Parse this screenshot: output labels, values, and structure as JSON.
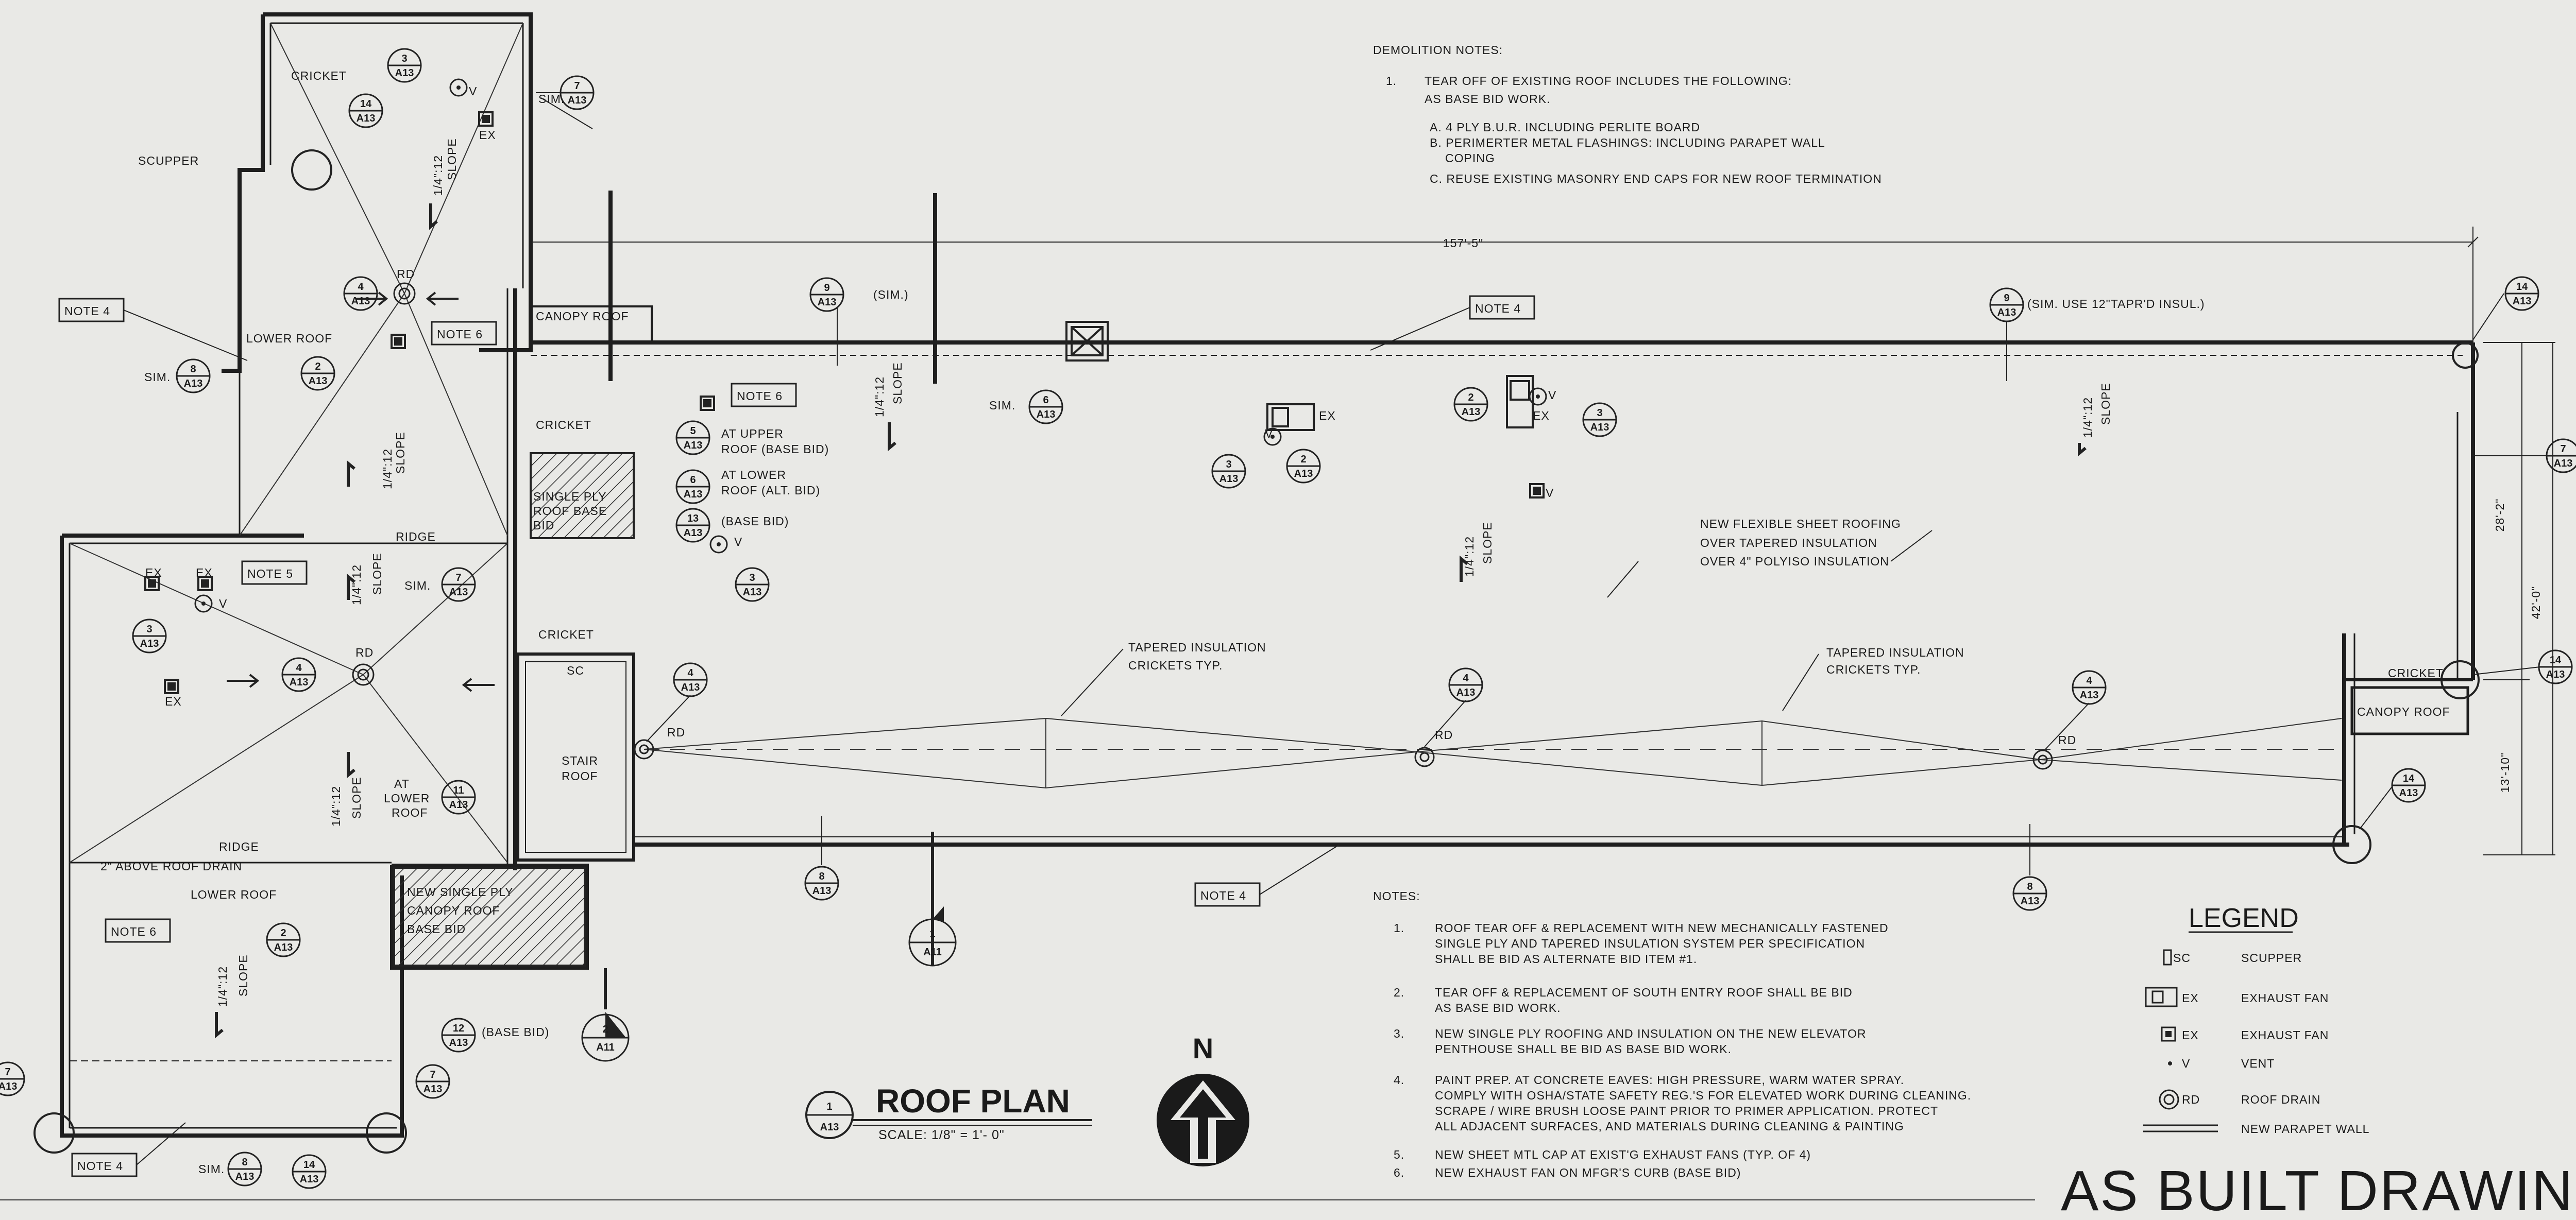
{
  "demolition": {
    "heading": "DEMOLITION NOTES:",
    "item1_num": "1.",
    "item1_line1": "TEAR OFF OF EXISTING ROOF INCLUDES THE FOLLOWING:",
    "item1_line2": "AS BASE BID WORK.",
    "a_line1": "A. 4 PLY B.U.R. INCLUDING PERLITE BOARD",
    "b_line1": "B. PERIMERTER METAL FLASHINGS: INCLUDING PARAPET WALL",
    "b_line2": "COPING",
    "c_line1": "C. REUSE EXISTING MASONRY END CAPS FOR NEW ROOF TERMINATION"
  },
  "notes": {
    "heading": "NOTES:",
    "n1_num": "1.",
    "n1_l1": "ROOF TEAR OFF & REPLACEMENT WITH NEW MECHANICALLY FASTENED",
    "n1_l2": "SINGLE PLY AND TAPERED INSULATION SYSTEM PER SPECIFICATION",
    "n1_l3": "SHALL BE BID AS ALTERNATE BID ITEM #1.",
    "n2_num": "2.",
    "n2_l1": "TEAR OFF & REPLACEMENT OF SOUTH ENTRY ROOF SHALL BE BID",
    "n2_l2": "AS BASE BID WORK.",
    "n3_num": "3.",
    "n3_l1": "NEW SINGLE PLY ROOFING AND INSULATION ON THE NEW ELEVATOR",
    "n3_l2": "PENTHOUSE SHALL BE BID AS BASE BID WORK.",
    "n4_num": "4.",
    "n4_l1": "PAINT PREP. AT CONCRETE EAVES:  HIGH PRESSURE, WARM WATER SPRAY.",
    "n4_l2": "COMPLY WITH OSHA/STATE SAFETY REG.'S FOR ELEVATED WORK DURING CLEANING.",
    "n4_l3": "SCRAPE / WIRE BRUSH LOOSE PAINT PRIOR TO PRIMER APPLICATION. PROTECT",
    "n4_l4": "ALL ADJACENT SURFACES, AND MATERIALS DURING CLEANING & PAINTING",
    "n5_num": "5.",
    "n5_l1": "NEW SHEET MTL CAP AT EXIST'G EXHAUST FANS (TYP. OF 4)",
    "n6_num": "6.",
    "n6_l1": "NEW EXHAUST FAN ON MFGR'S CURB (BASE BID)"
  },
  "legend": {
    "title": "LEGEND",
    "rows": [
      {
        "code": "SC",
        "label": "SCUPPER"
      },
      {
        "code": "EX",
        "label": "EXHAUST FAN"
      },
      {
        "code": "EX",
        "label": "EXHAUST FAN"
      },
      {
        "code": "V",
        "label": "VENT"
      },
      {
        "code": "RD",
        "label": "ROOF DRAIN"
      },
      {
        "code": "",
        "label": "NEW PARAPET WALL"
      }
    ]
  },
  "title_block": {
    "title": "ROOF PLAN",
    "scale": "SCALE: 1/8\" = 1'- 0\"",
    "bubble_num": "1",
    "bubble_sheet": "A13",
    "north": "N",
    "as_built": "AS BUILT DRAWING"
  },
  "labels": {
    "cricket": "CRICKET",
    "scupper": "SCUPPER",
    "lower_roof": "LOWER ROOF",
    "ridge": "RIDGE",
    "ridge_note": "2\" ABOVE ROOF DRAIN",
    "canopy_roof": "CANOPY ROOF",
    "single_ply_1": "SINGLE PLY",
    "single_ply_2": "ROOF BASE",
    "single_ply_3": "BID",
    "stair_roof_1": "STAIR",
    "stair_roof_2": "ROOF",
    "new_single_1": "NEW SINGLE PLY",
    "new_single_2": "CANOPY ROOF",
    "new_single_3": "BASE BID",
    "at_lower_1": "AT",
    "at_lower_2": "LOWER",
    "at_lower_3": "ROOF",
    "upper_1": "AT UPPER",
    "upper_2": "ROOF (BASE BID)",
    "lower_1": "AT LOWER",
    "lower_2": "ROOF (ALT. BID)",
    "base_bid": "(BASE BID)",
    "sim": "SIM.",
    "sim_paren": "(SIM.)",
    "sim_tapr": "(SIM. USE 12\"TAPR'D INSUL.)",
    "rd": "RD",
    "ex": "EX",
    "v": "V",
    "sc": "SC",
    "slope": "SLOPE",
    "slope_val": "1/4\":12",
    "flex_1": "NEW FLEXIBLE SHEET ROOFING",
    "flex_2": "OVER TAPERED INSULATION",
    "flex_3": "OVER 4\" POLYISO INSULATION",
    "tap_1": "TAPERED INSULATION",
    "tap_2": "CRICKETS TYP.",
    "dim_len": "157'-5\"",
    "dim_a": "28'-2\"",
    "dim_b": "42'-0\"",
    "dim_c": "13'-10\""
  },
  "note_tags": {
    "note4": "NOTE 4",
    "note5": "NOTE 5",
    "note6": "NOTE 6"
  },
  "bubbles": {
    "b1": {
      "n": "1",
      "s": "A11"
    },
    "b2": {
      "n": "2",
      "s": "A13"
    },
    "b2b": {
      "n": "2",
      "s": "A11"
    },
    "b3": {
      "n": "3",
      "s": "A13"
    },
    "b4": {
      "n": "4",
      "s": "A13"
    },
    "b6": {
      "n": "6",
      "s": "A13"
    },
    "b7": {
      "n": "7",
      "s": "A13"
    },
    "b8": {
      "n": "8",
      "s": "A13"
    },
    "b9": {
      "n": "9",
      "s": "A13"
    },
    "b5": {
      "n": "5",
      "s": "A13"
    },
    "b11": {
      "n": "11",
      "s": "A13"
    },
    "b12": {
      "n": "12",
      "s": "A13"
    },
    "b13": {
      "n": "13",
      "s": "A13"
    },
    "b14": {
      "n": "14",
      "s": "A13"
    }
  }
}
